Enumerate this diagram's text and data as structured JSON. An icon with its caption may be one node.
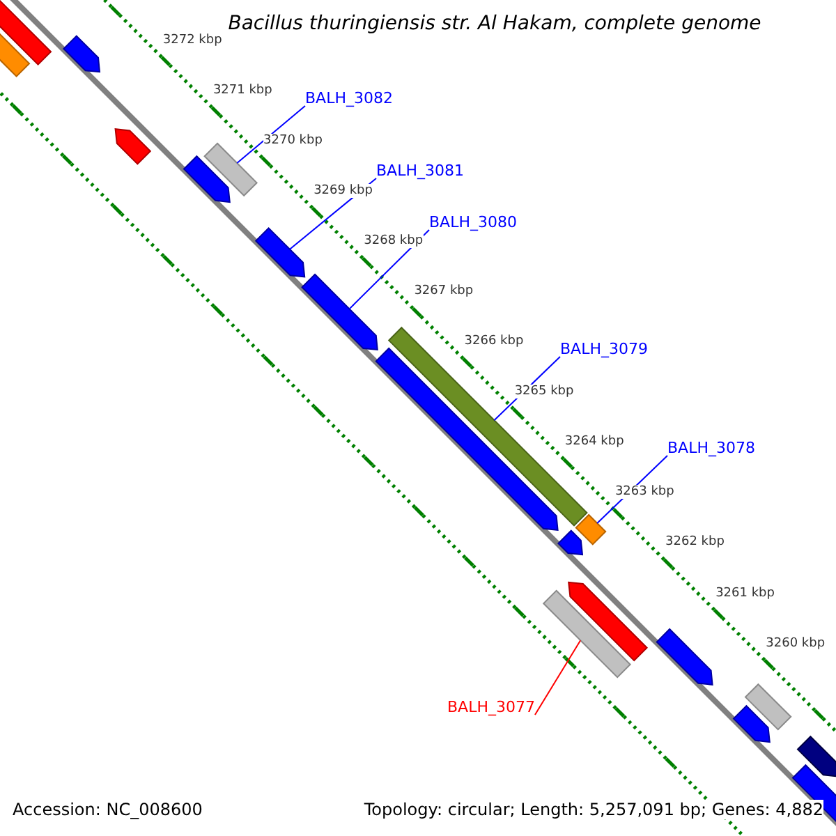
{
  "diagram": {
    "title": "Bacillus thuringiensis str. Al Hakam, complete genome",
    "nodes": [
      {
        "text": [
          "BALH_3082"
        ]
      },
      {
        "text": [
          "BALH_3081"
        ]
      },
      {
        "text": [
          "BALH_3080"
        ]
      },
      {
        "text": [
          "BALH_3079"
        ]
      },
      {
        "text": [
          "BALH_3078"
        ]
      },
      {
        "text": [
          "BALH_3077"
        ]
      },
      {
        "text": [],
        "shape": "arrow"
      },
      {
        "text": [],
        "shape": "bar"
      },
      {
        "text": [],
        "shape": "arrow"
      },
      {
        "text": [],
        "shape": "arrow"
      },
      {
        "text": [],
        "shape": "arrow"
      },
      {
        "text": [],
        "shape": "bar"
      },
      {
        "text": [],
        "shape": "arrow"
      },
      {
        "text": [],
        "shape": "arrow"
      },
      {
        "text": [],
        "shape": "bar"
      },
      {
        "text": [],
        "shape": "arrow"
      },
      {
        "text": [],
        "shape": "bar"
      },
      {
        "text": [],
        "shape": "arrow"
      },
      {
        "text": [],
        "shape": "bar"
      },
      {
        "text": [],
        "shape": "arrow"
      },
      {
        "text": [],
        "shape": "arrow"
      },
      {
        "text": [],
        "shape": "bar"
      },
      {
        "text": [],
        "shape": "arrow"
      },
      {
        "text": [],
        "shape": "arrow"
      },
      {
        "text": [],
        "shape": "arrow"
      }
    ],
    "edges": [
      {
        "from": 0,
        "to": 11,
        "arrow": "none"
      },
      {
        "from": 1,
        "to": 12,
        "arrow": "none"
      },
      {
        "from": 2,
        "to": 13,
        "arrow": "none"
      },
      {
        "from": 3,
        "to": 14,
        "arrow": "none"
      },
      {
        "from": 4,
        "to": 16,
        "arrow": "none"
      },
      {
        "from": 5,
        "to": 18,
        "arrow": "none",
        "color": "#ff0000"
      }
    ],
    "labels": [
      "3272 kbp",
      "3271 kbp",
      "3270 kbp",
      "3269 kbp",
      "3268 kbp",
      "3267 kbp",
      "3266 kbp",
      "3265 kbp",
      "3264 kbp",
      "3263 kbp",
      "3262 kbp",
      "3261 kbp",
      "3260 kbp",
      "Accession: NC_008600",
      "Topology: circular; Length: 5,257,091 bp; Genes: 4,882"
    ]
  }
}
